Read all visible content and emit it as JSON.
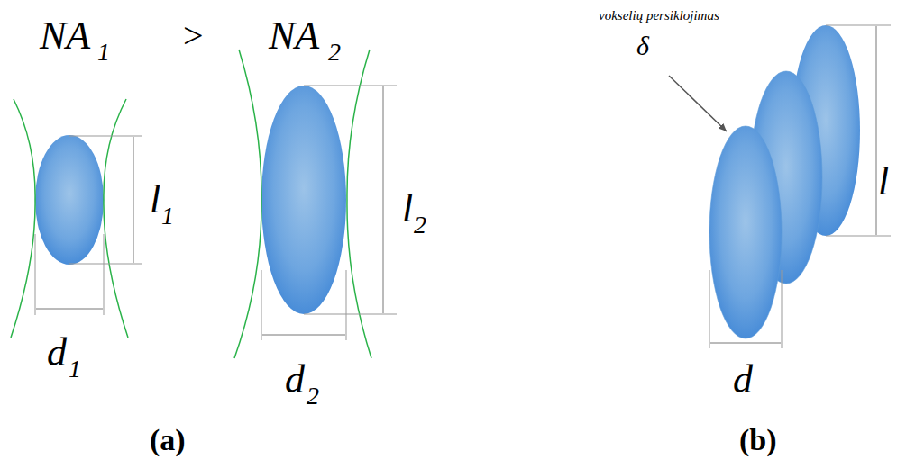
{
  "diagram": {
    "labels": [
      "NA",
      "1",
      ">",
      "NA",
      "2",
      "l",
      "1",
      "d",
      "1",
      "l",
      "2",
      "d",
      "2",
      "vokselių persiklojimas",
      "δ",
      "l",
      "d",
      "(a)",
      "(b)"
    ]
  }
}
